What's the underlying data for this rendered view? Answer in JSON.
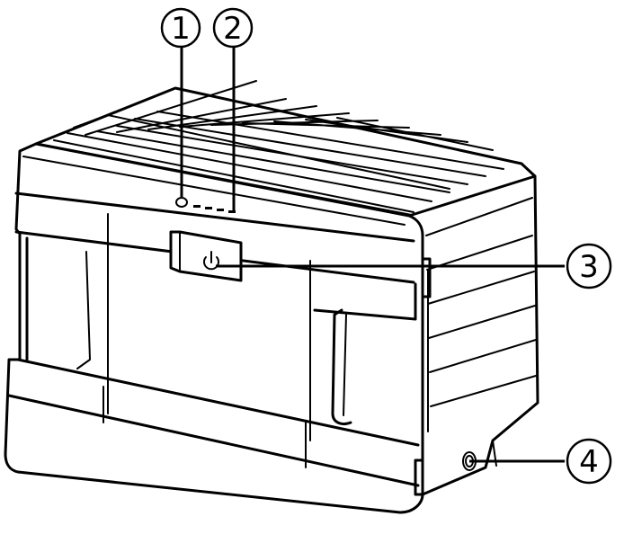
{
  "callouts": [
    {
      "id": "callout-1",
      "label": "1"
    },
    {
      "id": "callout-2",
      "label": "2"
    },
    {
      "id": "callout-3",
      "label": "3"
    },
    {
      "id": "callout-4",
      "label": "4"
    }
  ],
  "icons": {
    "power": "power-icon",
    "indicator_lights": "indicator-lights-icon",
    "status_led": "status-led-icon",
    "port": "port-icon"
  }
}
